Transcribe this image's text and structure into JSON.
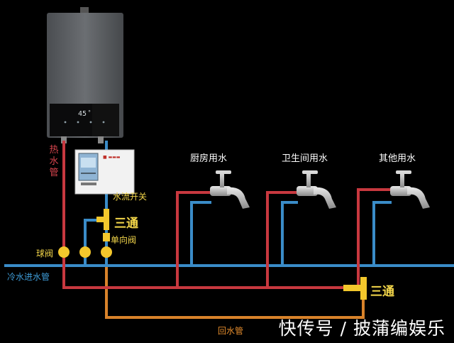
{
  "heater": {
    "display_temp": "45",
    "display_unit": "°"
  },
  "controller": {
    "brand": "■ ▬▬▬"
  },
  "labels": {
    "hot_pipe": [
      "热",
      "水",
      "管"
    ],
    "flow_switch": "水流开关",
    "tee_top": "三通",
    "check_valve": "单向阀",
    "ball_valve": "球阀",
    "cold_inlet": "冷水进水管",
    "return_pipe": "回水管",
    "tee_bottom": "三通",
    "kitchen": "厨房用水",
    "bathroom": "卫生间用水",
    "other": "其他用水"
  },
  "watermark": "快传号 / 披蒲编娱乐",
  "colors": {
    "hot": "#c8383f",
    "cold": "#3a8cc8",
    "return": "#d8822a",
    "label_yellow": "#f3d64a",
    "tee_yellow": "#f3c72c"
  }
}
